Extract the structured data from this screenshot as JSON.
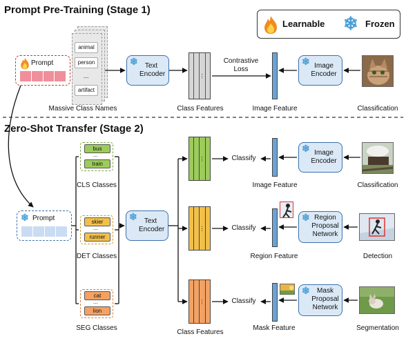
{
  "stage1": {
    "title": "Prompt Pre-Training (Stage 1)",
    "prompt_label": "Prompt",
    "class_names": [
      "animal",
      "person",
      "...",
      "artifact"
    ],
    "class_names_caption": "Massive Class Names",
    "text_encoder": "Text Encoder",
    "class_features": "Class Features",
    "loss": "Contrastive Loss",
    "image_feature": "Image Feature",
    "image_encoder": "Image Encoder",
    "task": "Classification"
  },
  "legend": {
    "learnable": "Learnable",
    "frozen": "Frozen"
  },
  "stage2": {
    "title": "Zero-Shot Transfer (Stage 2)",
    "prompt_label": "Prompt",
    "text_encoder": "Text Encoder",
    "class_features": "Class Features",
    "classify": "Classify",
    "groups": [
      {
        "items": [
          "bus",
          "...",
          "train"
        ],
        "caption": "CLS Classes",
        "color": "#9ccc5a",
        "feature": "Image Feature",
        "encoder": "Image Encoder",
        "task": "Classification"
      },
      {
        "items": [
          "skier",
          "...",
          "runner"
        ],
        "caption": "DET Classes",
        "color": "#f2c04a",
        "feature": "Region Feature",
        "encoder": "Region Proposal Network",
        "task": "Detection"
      },
      {
        "items": [
          "cat",
          "...",
          "lion"
        ],
        "caption": "SEG Classes",
        "color": "#f4a263",
        "feature": "Mask Feature",
        "encoder": "Mask Proposal Network",
        "task": "Segmentation"
      }
    ]
  },
  "colors": {
    "learnable_border": "#c0392b",
    "prompt_pink": "#f08f9a",
    "frozen_border": "#3b6ea8",
    "frozen_fill": "#dbe9f7",
    "prompt_blue": "#c9dcf2",
    "image_feature_bar": "#6aa3d5"
  }
}
